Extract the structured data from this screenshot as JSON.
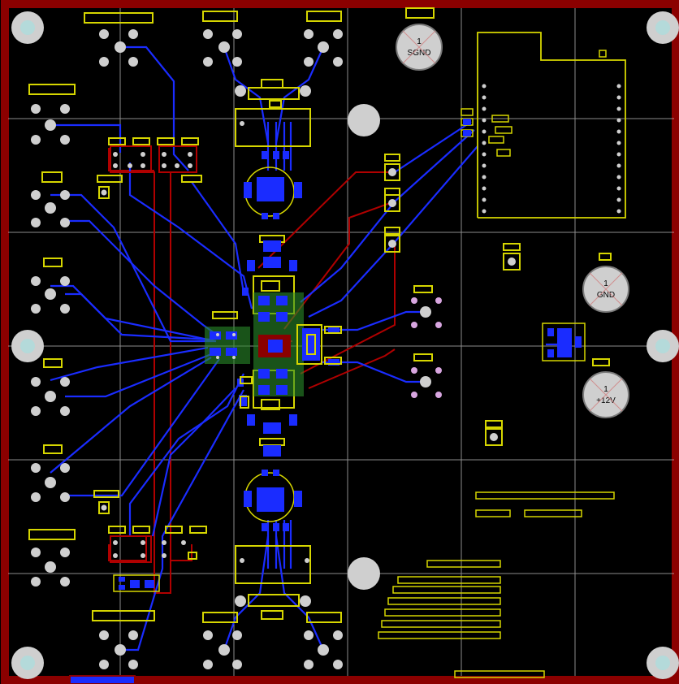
{
  "board": {
    "colors": {
      "background": "#000000",
      "border": "#8b0000",
      "blue_trace": "#1a2cff",
      "red_trace": "#b00000",
      "silk": "#d6d600",
      "pad": "#c8c8c8",
      "grid": "#c8c8c8",
      "green_fill": "#2a8a2a"
    },
    "labels": {
      "sgnd_num": "1",
      "sgnd": "SGND",
      "gnd_num": "1",
      "gnd": "GND",
      "v12_num": "1",
      "v12": "+12V"
    }
  }
}
